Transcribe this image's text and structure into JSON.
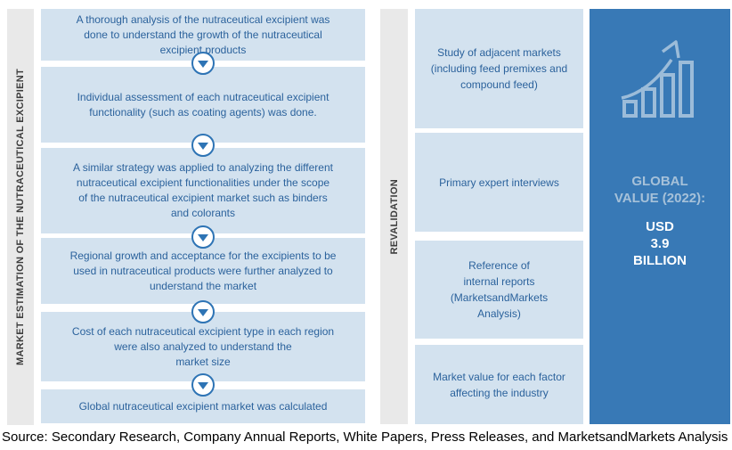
{
  "left_rail": {
    "label": "MARKET ESTIMATION OF THE NUTRACEUTICAL EXCIPIENT"
  },
  "revalidation_rail": {
    "label": "REVALIDATION"
  },
  "estimation_flow": {
    "steps": [
      {
        "text": "A thorough analysis of the nutraceutical excipient was\ndone to understand the growth of the nutraceutical\nexcipient products"
      },
      {
        "text": "Individual assessment of each nutraceutical excipient\nfunctionality (such as coating agents) was done."
      },
      {
        "text": "A similar strategy was applied to analyzing the different\nnutraceutical excipient functionalities under the scope\nof the nutraceutical excipient market such as binders\nand colorants"
      },
      {
        "text": "Regional growth and acceptance for the excipients to be\nused in nutraceutical products were further analyzed to\nunderstand the market"
      },
      {
        "text": "Cost of each nutraceutical excipient type in each region\nwere also analyzed to understand the\nmarket size"
      },
      {
        "text": "Global nutraceutical excipient market was calculated"
      }
    ]
  },
  "revalidation_sources": {
    "items": [
      {
        "text": "Study of adjacent markets\n(including feed premixes and\ncompound feed)"
      },
      {
        "text": "Primary expert interviews"
      },
      {
        "text": "Reference of\ninternal reports\n(MarketsandMarkets\nAnalysis)"
      },
      {
        "text": "Market value for each factor\naffecting the industry"
      }
    ]
  },
  "value_panel": {
    "icon": "growth-chart-icon",
    "label": "GLOBAL\nVALUE (2022):",
    "value": "USD\n3.9\nBILLION"
  },
  "footer": {
    "source": "Source: Secondary Research, Company Annual Reports, White Papers, Press Releases, and MarketsandMarkets Analysis"
  },
  "colors": {
    "panel_blue": "#3879b6",
    "box_blue": "#d3e2ef",
    "accent_blue": "#2e74b5",
    "box_text_blue": "#2b629c",
    "rail_gray": "#e9e9e9"
  }
}
